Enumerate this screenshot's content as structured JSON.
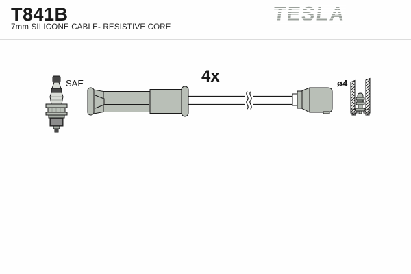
{
  "header": {
    "part_number": "T841B",
    "description": "7mm SILICONE CABLE- RESISTIVE CORE",
    "brand": "TESLA"
  },
  "diagram": {
    "quantity_label": "4x",
    "spark_plug_label": "SAE",
    "terminal_diameter_label": "ø4"
  },
  "colors": {
    "part_gray": "#b9bfb7",
    "light_gray": "#d9dcd6",
    "dark_gray": "#474747",
    "logo_gray": "#9ba19b",
    "outline": "#1a1a1a",
    "divider": "#dcdcdc",
    "background": "#fefefe"
  }
}
